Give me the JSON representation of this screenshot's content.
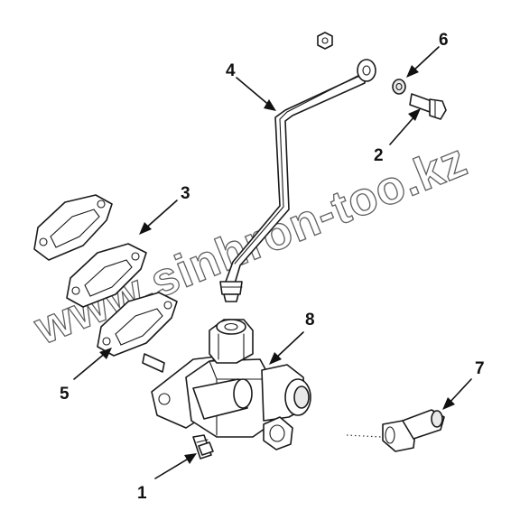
{
  "diagram": {
    "callouts": [
      {
        "id": "1",
        "label": "1"
      },
      {
        "id": "2",
        "label": "2"
      },
      {
        "id": "3",
        "label": "3"
      },
      {
        "id": "4",
        "label": "4"
      },
      {
        "id": "5",
        "label": "5"
      },
      {
        "id": "6",
        "label": "6"
      },
      {
        "id": "7",
        "label": "7"
      },
      {
        "id": "8",
        "label": "8"
      }
    ],
    "watermark": "www.sinhron-too.kz"
  }
}
